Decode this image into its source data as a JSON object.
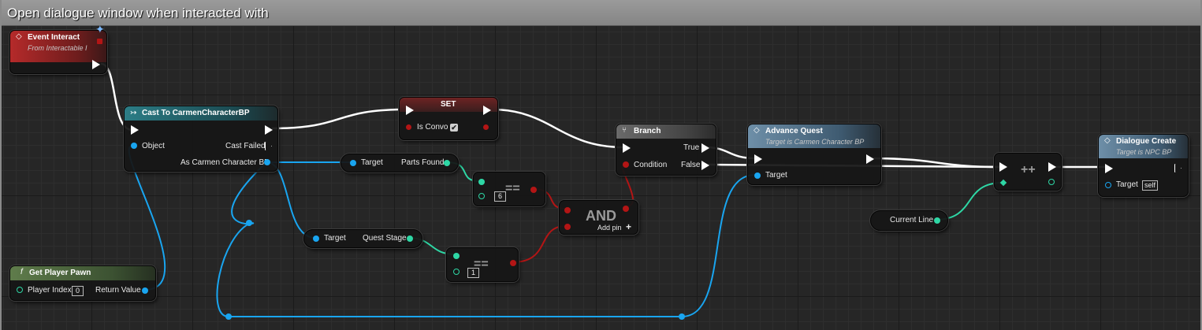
{
  "comment": {
    "title": "Open dialogue window when interacted with"
  },
  "event_interact": {
    "title": "Event Interact",
    "subtitle": "From Interactable I"
  },
  "cast_node": {
    "title": "Cast To CarmenCharacterBP",
    "object_label": "Object",
    "cast_failed_label": "Cast Failed",
    "as_label": "As Carmen Character BP"
  },
  "set_node": {
    "title": "SET",
    "var_label": "Is Convo",
    "check": "✔"
  },
  "parts_found_node": {
    "target_label": "Target",
    "value_label": "Parts Found"
  },
  "quest_stage_node": {
    "target_label": "Target",
    "value_label": "Quest Stage"
  },
  "eq_node_1": {
    "op": "==",
    "value": "6"
  },
  "eq_node_2": {
    "op": "==",
    "value": "1"
  },
  "and_node": {
    "op": "AND",
    "add_pin_label": "Add pin",
    "plus": "+"
  },
  "branch_node": {
    "title": "Branch",
    "condition_label": "Condition",
    "true_label": "True",
    "false_label": "False"
  },
  "advance_quest_node": {
    "title": "Advance Quest",
    "subtitle": "Target is Carmen Character BP",
    "target_label": "Target"
  },
  "increment_node": {
    "op": "++"
  },
  "current_line_node": {
    "label": "Current Line"
  },
  "dialogue_create_node": {
    "title": "Dialogue Create",
    "subtitle": "Target is NPC BP",
    "target_label": "Target",
    "target_value": "self"
  },
  "get_player_pawn_node": {
    "title": "Get Player Pawn",
    "player_index_label": "Player Index",
    "player_index_value": "0",
    "return_label": "Return Value"
  },
  "colors": {
    "exec_wire": "#ffffff",
    "object_wire": "#19a5f0",
    "int_wire": "#2ed7a5",
    "bool_wire": "#b31515"
  }
}
